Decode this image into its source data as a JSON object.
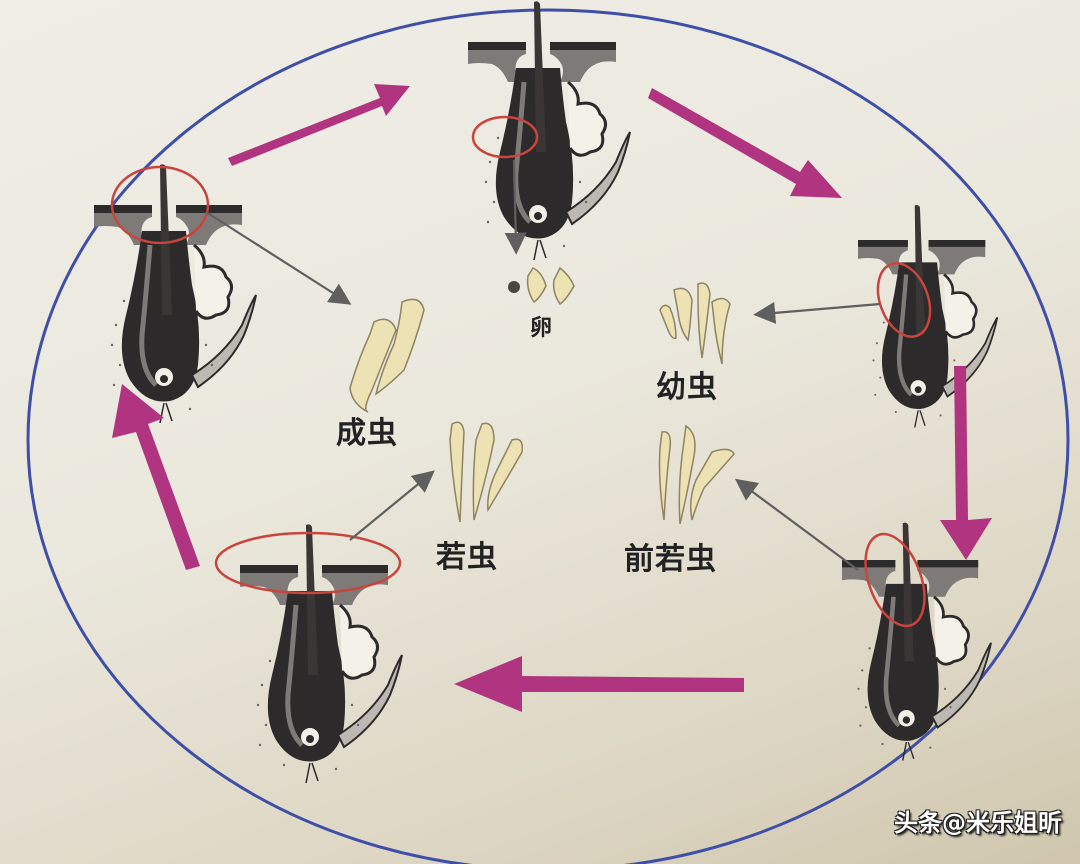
{
  "diagram": {
    "title": "",
    "colors": {
      "cycle_ellipse": "#3f4fa8",
      "cycle_arrow": "#b0347f",
      "pointer_arrow": "#5f5f5f",
      "highlight_circle": "#c8443c",
      "follicle_dark": "#2c2a2a",
      "follicle_mid": "#7d7a78",
      "mite_body": "#ece2b4",
      "mite_outline": "#8e8462"
    },
    "stages": [
      {
        "id": "egg",
        "label": "卵"
      },
      {
        "id": "larva",
        "label": "幼虫"
      },
      {
        "id": "protonymph",
        "label": "前若虫"
      },
      {
        "id": "nymph",
        "label": "若虫"
      },
      {
        "id": "adult",
        "label": "成虫"
      }
    ],
    "follicles": [
      {
        "position": "top",
        "highlight": "follicle-base"
      },
      {
        "position": "right-upper",
        "highlight": "follicle-shaft"
      },
      {
        "position": "right-lower",
        "highlight": "follicle-neck"
      },
      {
        "position": "bottom-left",
        "highlight": "skin-surface"
      },
      {
        "position": "left-upper",
        "highlight": "follicle-opening"
      }
    ],
    "cycle_direction": "clockwise"
  },
  "watermark": {
    "text": "头条@米乐姐昕"
  }
}
